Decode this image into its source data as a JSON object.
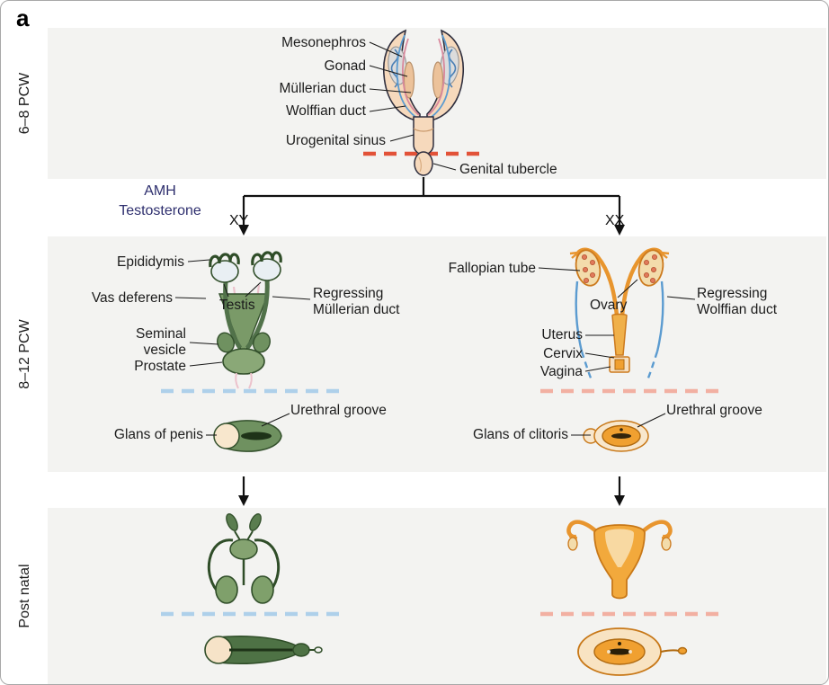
{
  "panel_label": "a",
  "colors": {
    "row_background": "#f3f3f1",
    "male_green": "#7a9a68",
    "male_green_dark": "#33502c",
    "female_orange": "#f0a83c",
    "female_orange_dark": "#b06a10",
    "skin_tan": "#f6d9bc",
    "red_dashed_line": "#e25238",
    "blue_dashed_line": "#aed0ea",
    "pink_dashed_line": "#f2b0a2",
    "hormone_text": "#2e2f6e",
    "mesonephros_gray": "#dcdcdc",
    "duct_blue": "#5b9bd0",
    "duct_pink": "#d9889c"
  },
  "rows": [
    {
      "stage": "6–8 PCW"
    },
    {
      "stage": "8–12 PCW"
    },
    {
      "stage": "Post natal"
    }
  ],
  "bipotential": {
    "mesonephros": "Mesonephros",
    "gonad": "Gonad",
    "mullerian_duct": "Müllerian duct",
    "wolffian_duct": "Wolffian duct",
    "urogenital_sinus": "Urogenital sinus",
    "genital_tubercle": "Genital tubercle"
  },
  "branch": {
    "amh": "AMH",
    "testosterone": "Testosterone",
    "xy": "XY",
    "xx": "XX"
  },
  "male_8_12": {
    "epididymis": "Epididymis",
    "vas_deferens": "Vas deferens",
    "testis": "Testis",
    "regressing_line1": "Regressing",
    "regressing_line2": "Müllerian duct",
    "seminal_line1": "Seminal",
    "seminal_line2": "vesicle",
    "prostate": "Prostate",
    "glans_of_penis": "Glans of penis",
    "urethral_groove": "Urethral groove"
  },
  "female_8_12": {
    "fallopian_tube": "Fallopian tube",
    "ovary": "Ovary",
    "regressing_line1": "Regressing",
    "regressing_line2": "Wolffian duct",
    "uterus": "Uterus",
    "cervix": "Cervix",
    "vagina": "Vagina",
    "glans_of_clitoris": "Glans of clitoris",
    "urethral_groove": "Urethral groove"
  }
}
